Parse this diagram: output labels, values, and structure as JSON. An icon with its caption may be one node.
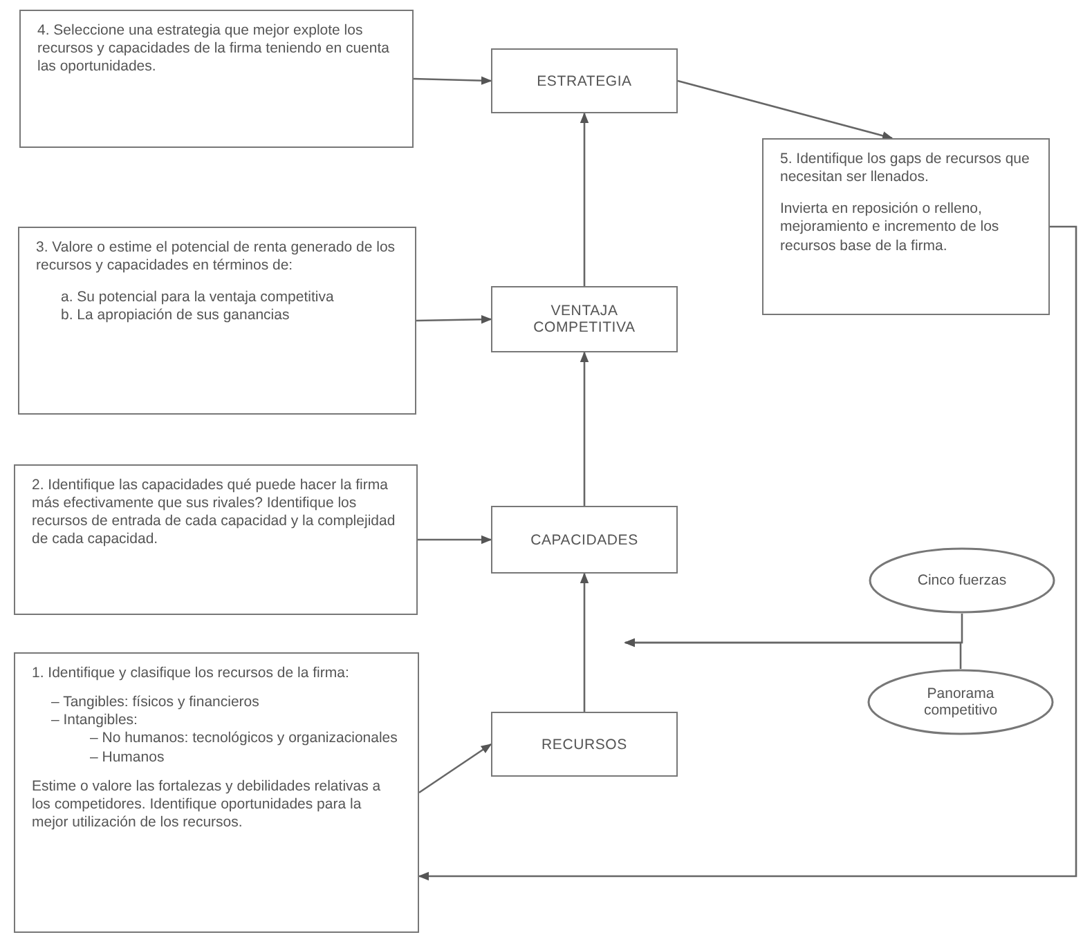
{
  "diagram": {
    "nodes": [
      {
        "text": [
          "4. Seleccione una estrategia que mejor explote los recursos y capacidades de la firma teniendo en cuenta las oportunidades."
        ]
      },
      {
        "text": [
          "ESTRATEGIA"
        ]
      },
      {
        "text": [
          "5. Identifique los gaps de recursos que necesitan ser llenados.",
          "Invierta en reposición o relleno, mejoramiento e incremento de los recursos base de la firma."
        ]
      },
      {
        "text": [
          "3. Valore o estime el potencial de renta generado de los recursos y capacidades en términos de:",
          "a. Su potencial para la ventaja competitiva",
          "b. La apropiación de sus ganancias"
        ]
      },
      {
        "text": [
          "VENTAJA COMPETITIVA"
        ]
      },
      {
        "text": [
          "2. Identifique las capacidades qué puede hacer la firma más efectivamente que sus rivales? Identifique los recursos de entrada de cada capacidad y la complejidad de cada capacidad."
        ]
      },
      {
        "text": [
          "CAPACIDADES"
        ]
      },
      {
        "text": [
          "Cinco fuerzas"
        ]
      },
      {
        "text": [
          "Panorama competitivo"
        ]
      },
      {
        "text": [
          "1. Identifique y clasifique los recursos de la firma:",
          "– Tangibles: físicos y financieros",
          "– Intangibles:",
          "– No humanos: tecnológicos y organizacionales",
          "– Humanos",
          "Estime o valore las fortalezas y debilidades relativas a los competidores. Identifique oportunidades para la mejor utilización de los recursos."
        ]
      },
      {
        "text": [
          "RECURSOS"
        ]
      }
    ],
    "edges": [
      {
        "from": 0,
        "to": 1,
        "arrow": "to"
      },
      {
        "from": 1,
        "to": 2,
        "arrow": "to"
      },
      {
        "from": 3,
        "to": 4,
        "arrow": "to"
      },
      {
        "from": 4,
        "to": 1,
        "arrow": "to"
      },
      {
        "from": 5,
        "to": 6,
        "arrow": "to"
      },
      {
        "from": 6,
        "to": 4,
        "arrow": "to"
      },
      {
        "from": 9,
        "to": 10,
        "arrow": "to"
      },
      {
        "from": 10,
        "to": 6,
        "arrow": "to"
      },
      {
        "from": 7,
        "to": null,
        "arrow": "to"
      },
      {
        "from": 8,
        "to": null,
        "arrow": "to"
      },
      {
        "from": 2,
        "to": 9,
        "arrow": "to"
      }
    ]
  }
}
